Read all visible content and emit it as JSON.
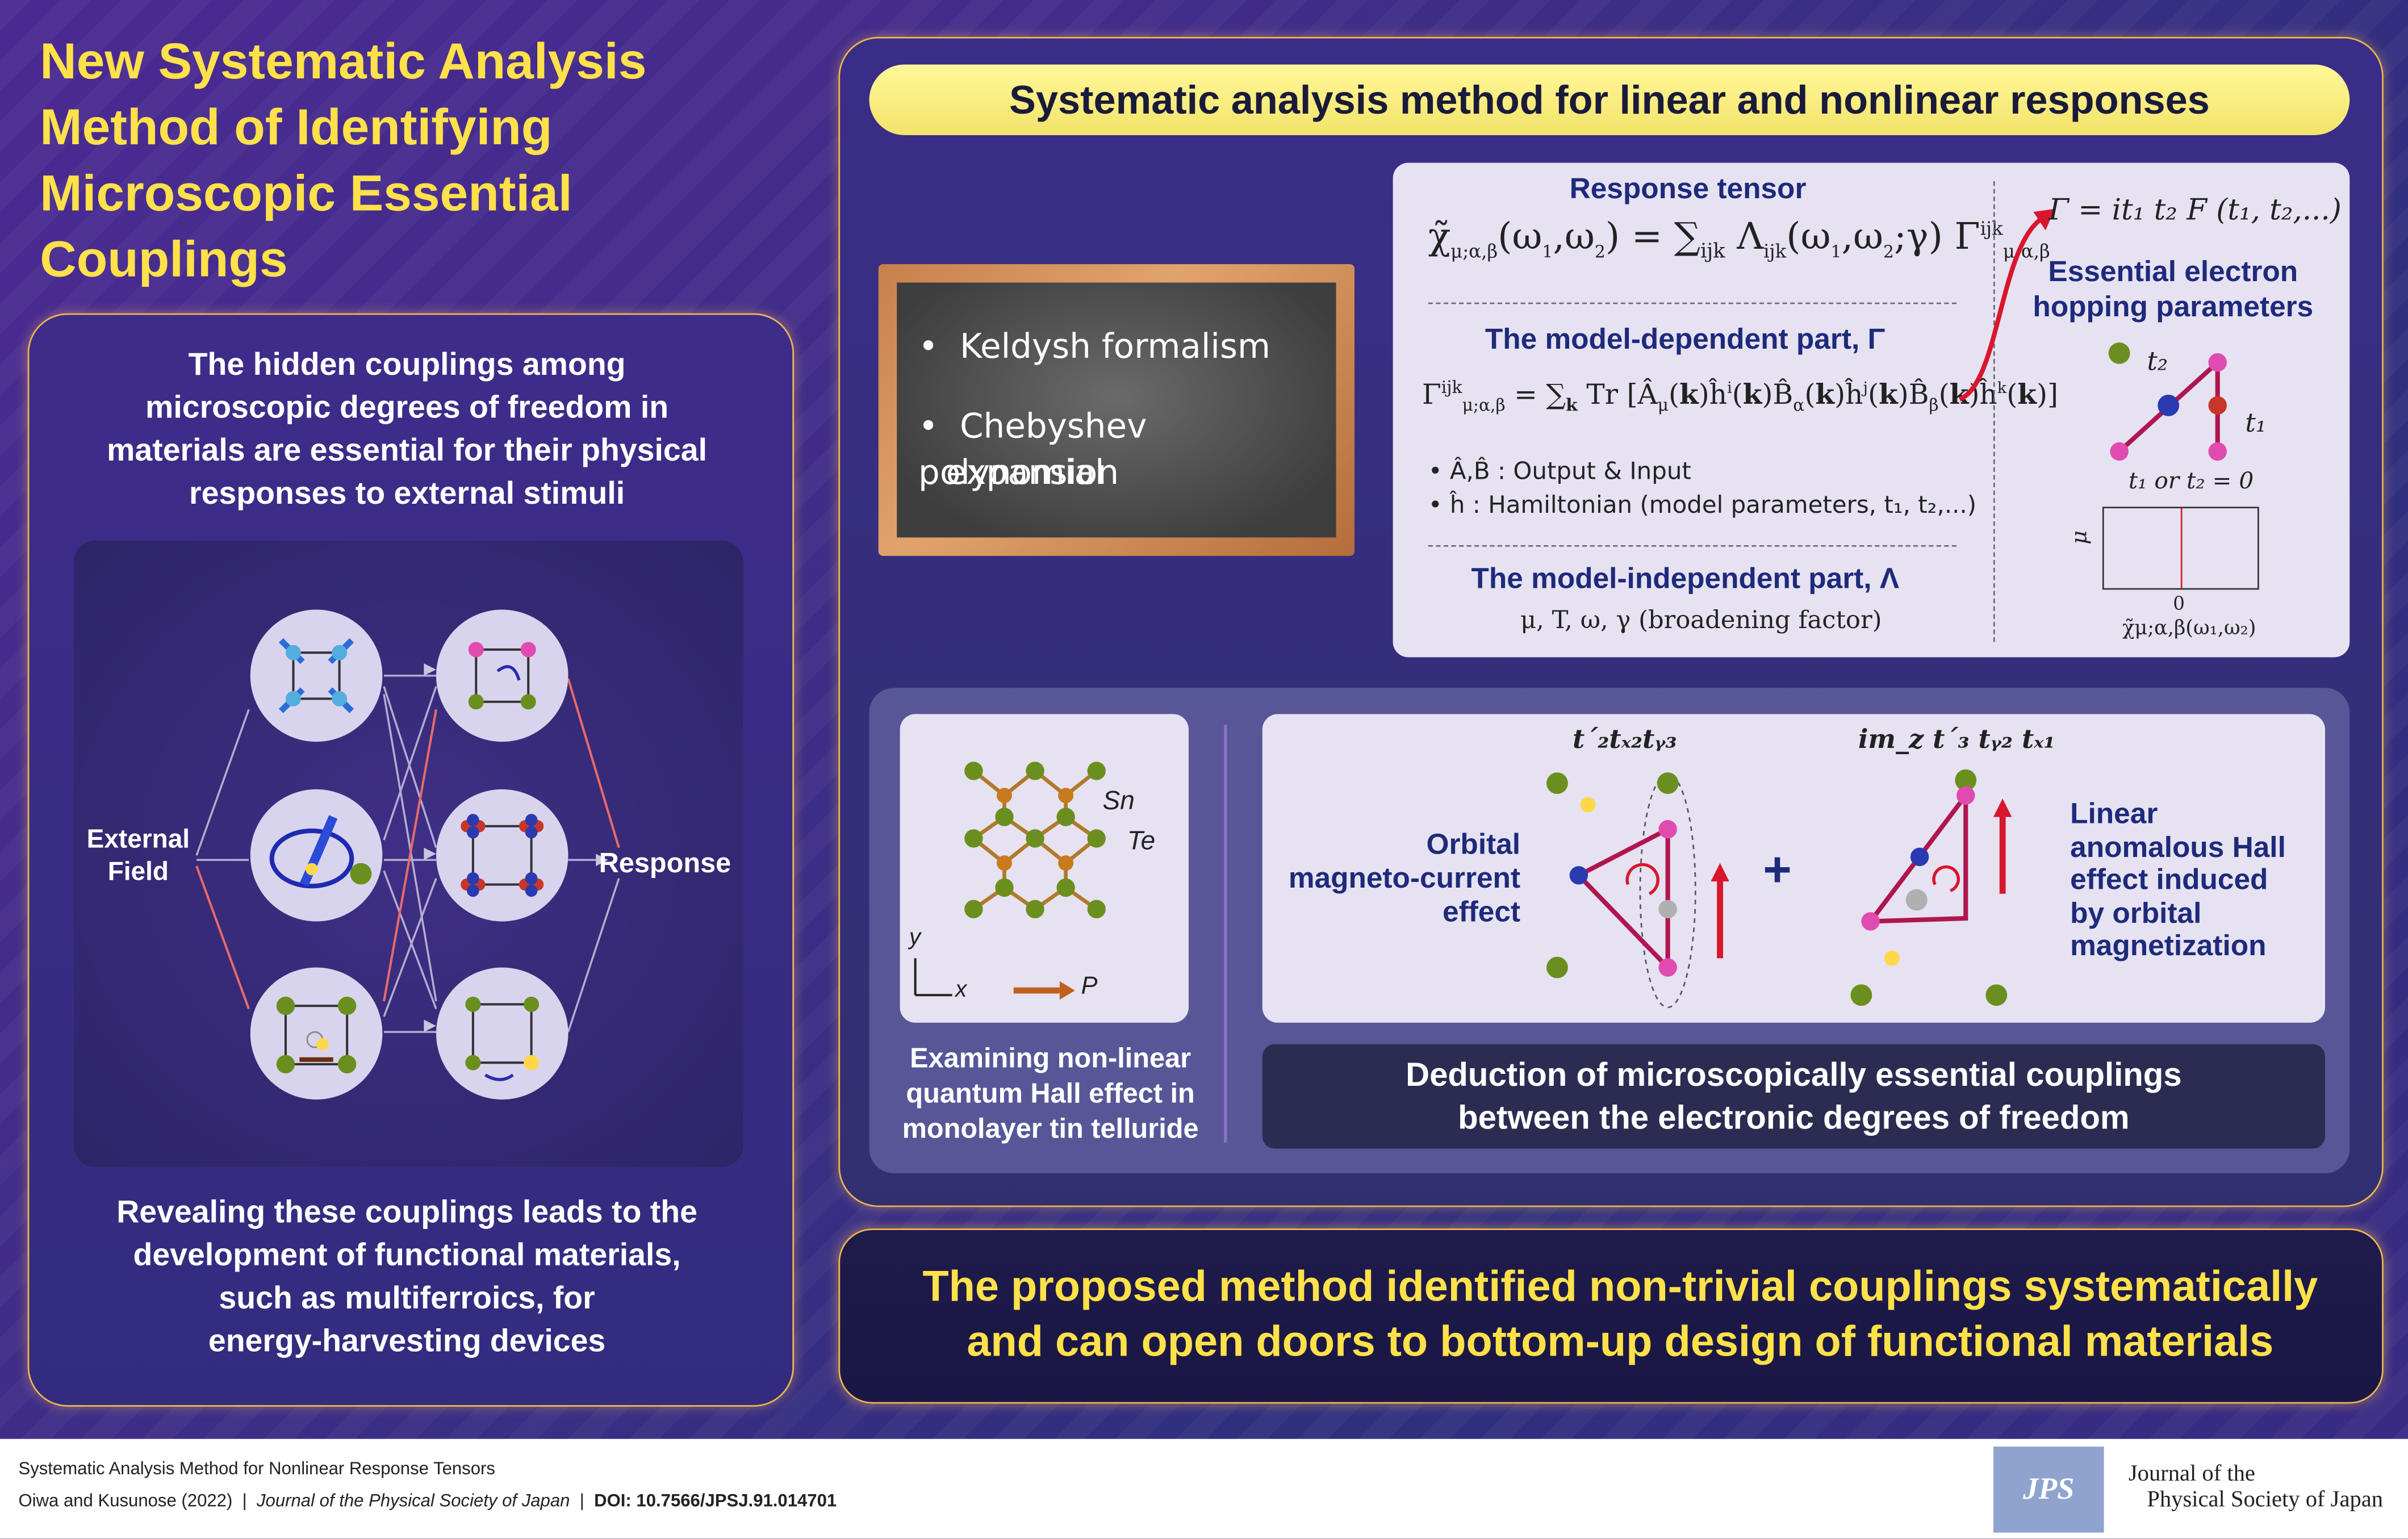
{
  "title": {
    "line1": "New Systematic Analysis",
    "line2": "Method of Identifying",
    "line3": "Microscopic Essential",
    "line4": "Couplings"
  },
  "left": {
    "intro": [
      "The hidden couplings among",
      "microscopic degrees of freedom in",
      "materials are essential for their physical",
      "responses to external stimuli"
    ],
    "external_field": [
      "External",
      "Field"
    ],
    "response": "Response",
    "outro": [
      "Revealing these couplings leads to the",
      "development of functional materials,",
      "such as multiferroics, for",
      "energy-harvesting devices"
    ]
  },
  "right": {
    "header": "Systematic analysis method for linear and nonlinear responses",
    "board": {
      "item1": "Keldysh formalism",
      "item2a": "Chebyshev polynomial",
      "item2b": "expansion"
    },
    "formula_card": {
      "response_tensor": "Response tensor",
      "model_dependent": "The model-dependent part, Γ",
      "io_label": "Â,B̂ :  Output & Input",
      "ham_label": "ĥ :  Hamiltonian (model parameters, t₁, t₂,...)",
      "model_independent": "The model-independent part, Λ",
      "params": "μ, T, ω, γ (broadening factor)"
    },
    "hopping": {
      "equation": "Γ = it₁ t₂ F (t₁, t₂,...)",
      "title1": "Essential electron",
      "title2": "hopping parameters",
      "t2": "t₂",
      "t1": "t₁",
      "condition": "t₁ or t₂ = 0",
      "axis_mu": "μ",
      "axis_zero": "0",
      "axis_chi": "χ̃μ;α,β(ω₁,ω₂)"
    },
    "snte": {
      "sn": "Sn",
      "te": "Te",
      "y": "y",
      "x": "x",
      "p": "P",
      "caption": [
        "Examining non-linear",
        "quantum Hall effect in",
        "monolayer tin telluride"
      ]
    },
    "mech": {
      "formula1": "t´₂tₓ₂tᵧ₃",
      "formula2": "im_z t´₃ tᵧ₂ tₓ₁",
      "left_label": [
        "Orbital",
        "magneto-current",
        "effect"
      ],
      "right_label": [
        "Linear",
        "anomalous Hall",
        "effect induced",
        "by orbital",
        "magnetization"
      ],
      "plus": "+"
    },
    "deduction": [
      "Deduction of microscopically essential couplings",
      "between the electronic degrees of freedom"
    ]
  },
  "conclusion": [
    "The proposed method identified non-trivial couplings systematically",
    "and can open doors to bottom-up design of functional materials"
  ],
  "footer": {
    "line1": "Systematic Analysis Method for Nonlinear Response Tensors",
    "authors": "Oiwa and Kusunose (2022)",
    "journal": "Journal of the Physical Society of Japan",
    "doi": "DOI: 10.7566/JPSJ.91.014701",
    "logo_text": "JPS",
    "journal_name1": "Journal of the",
    "journal_name2": "Physical Society of Japan"
  },
  "colors": {
    "accent_yellow": "#ffe14a",
    "panel_border": "#f1b74d",
    "navy": "#1e2a7a",
    "bg": "#3d2d86"
  }
}
